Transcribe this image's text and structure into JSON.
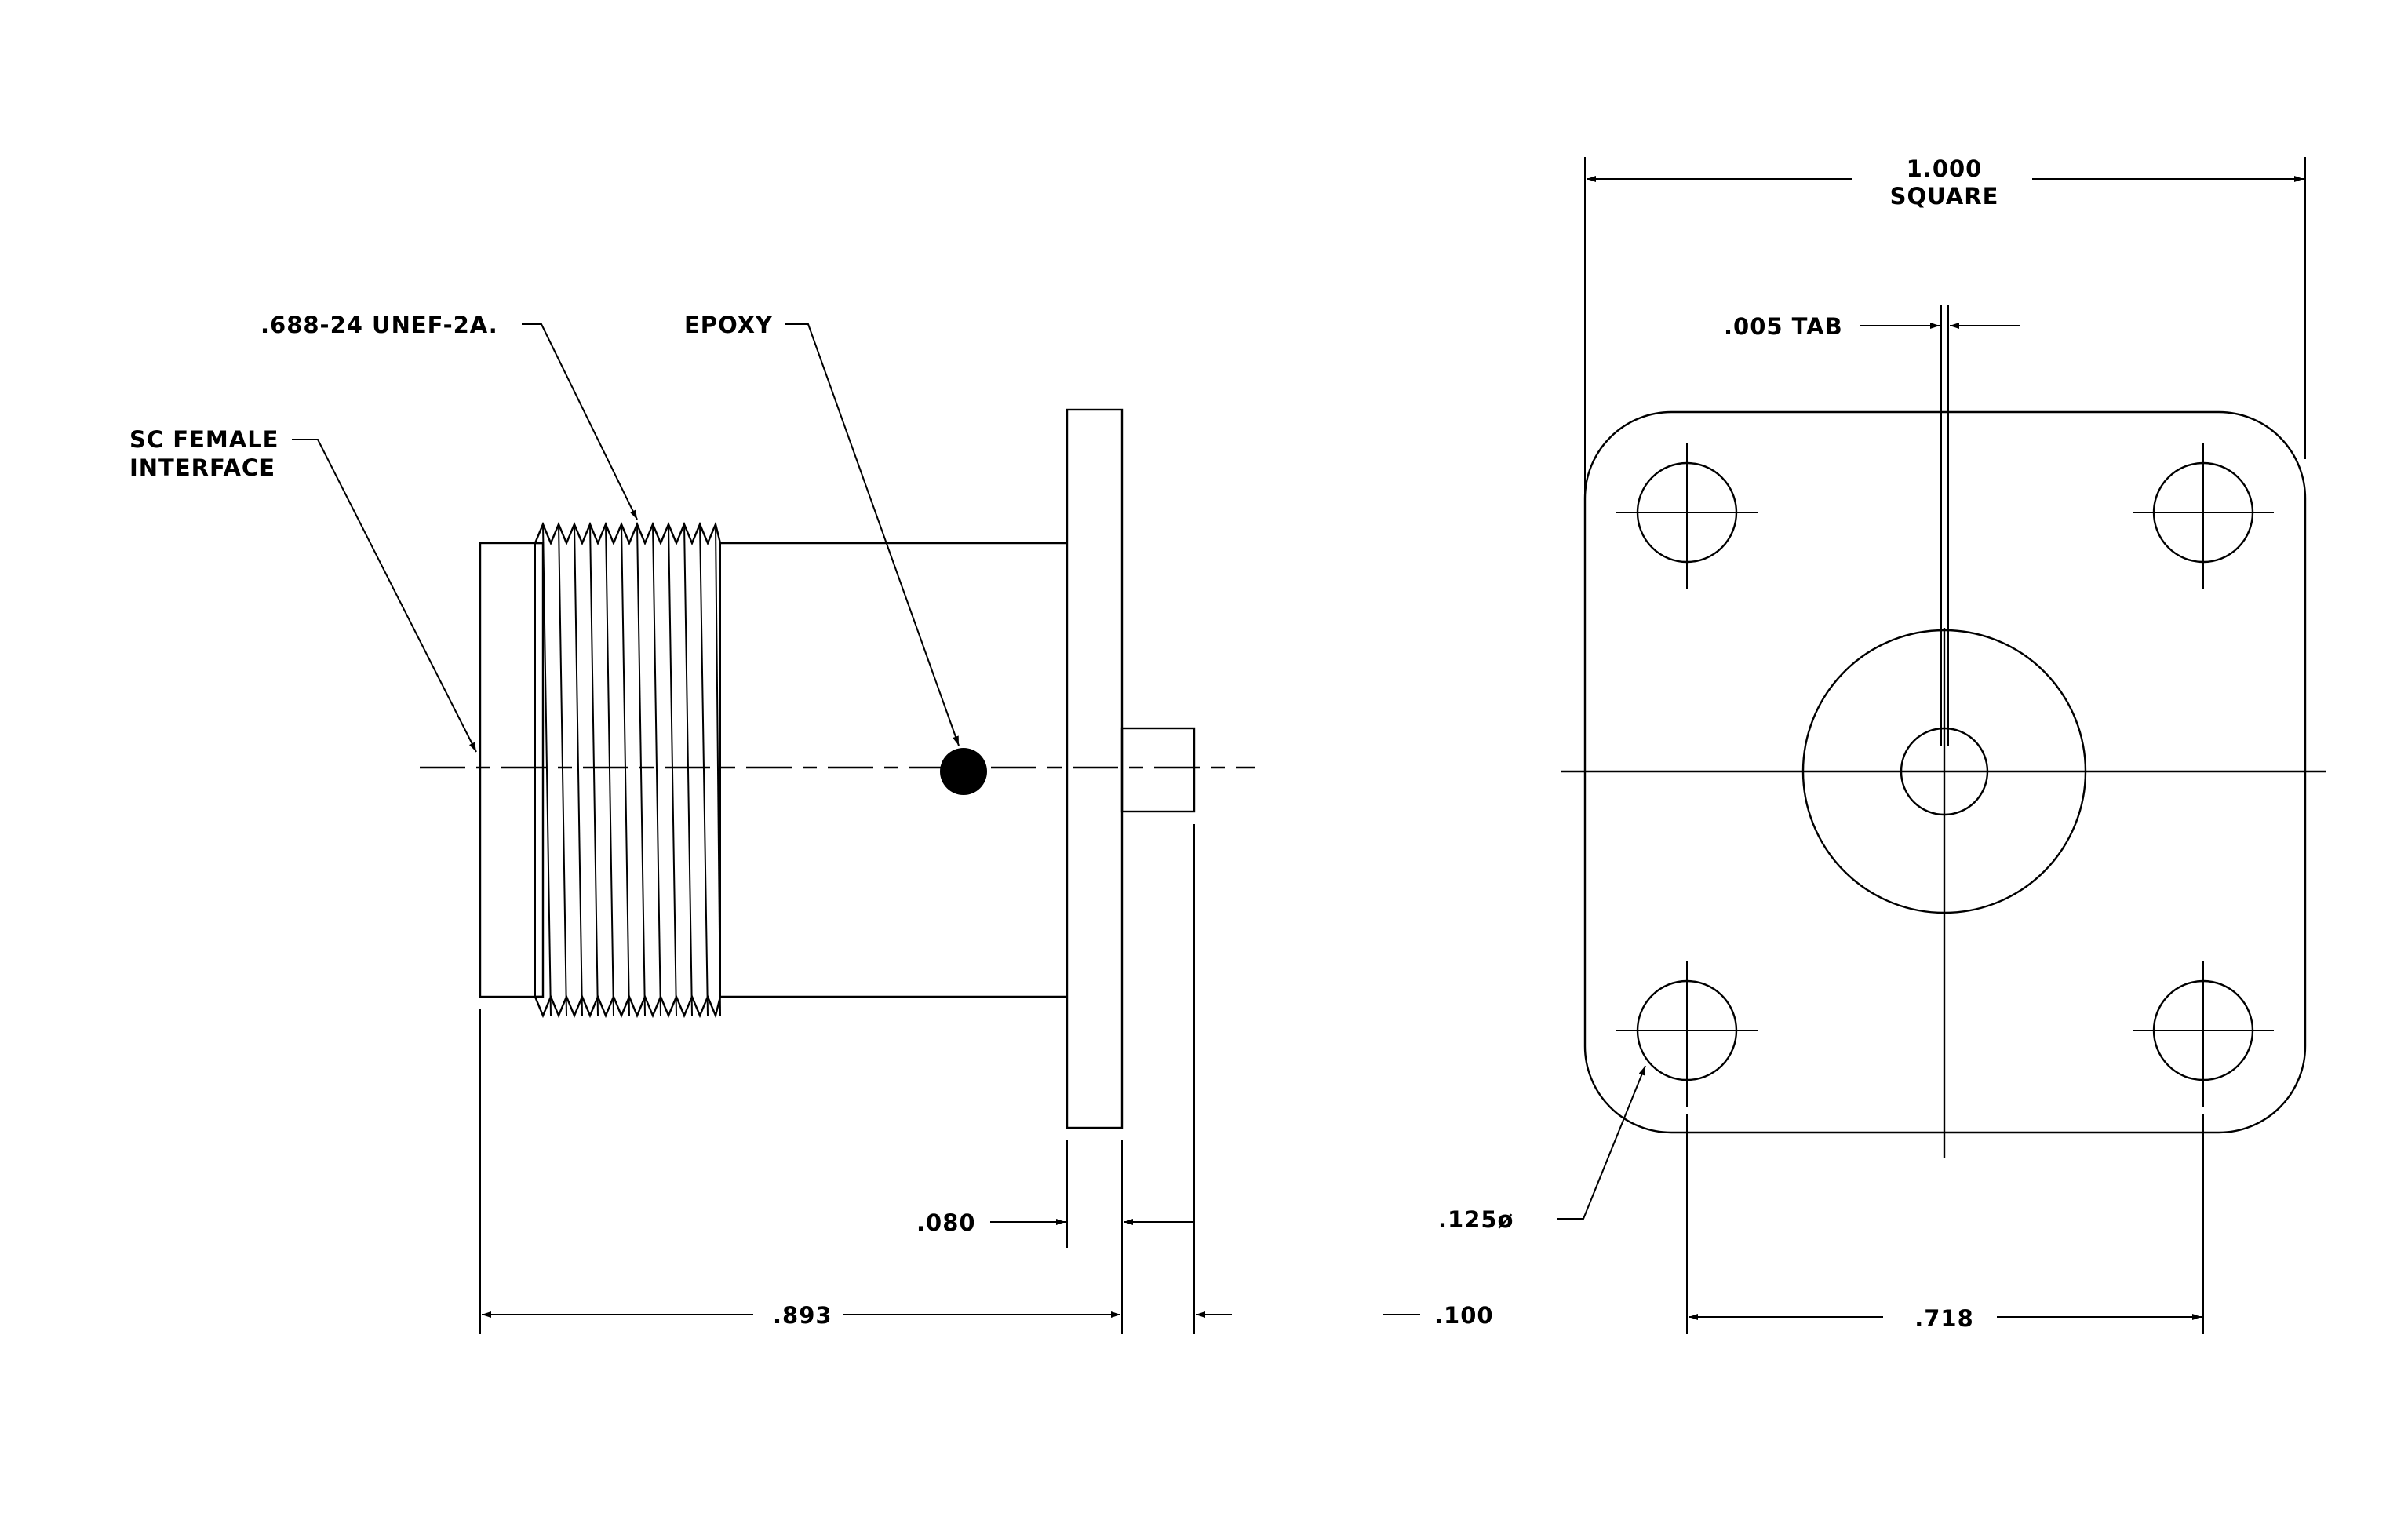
{
  "labels": {
    "sc_female_line1": "SC FEMALE",
    "sc_female_line2": "INTERFACE",
    "thread": ".688-24 UNEF-2A.",
    "epoxy": "EPOXY",
    "dim_080": ".080",
    "dim_893": ".893",
    "dim_100": ".100",
    "square_line1": "1.000",
    "square_line2": "SQUARE",
    "tab": ".005 TAB",
    "hole_dia": ".125ø",
    "dim_718": ".718"
  },
  "colors": {
    "line": "#000000",
    "background": "#ffffff"
  }
}
